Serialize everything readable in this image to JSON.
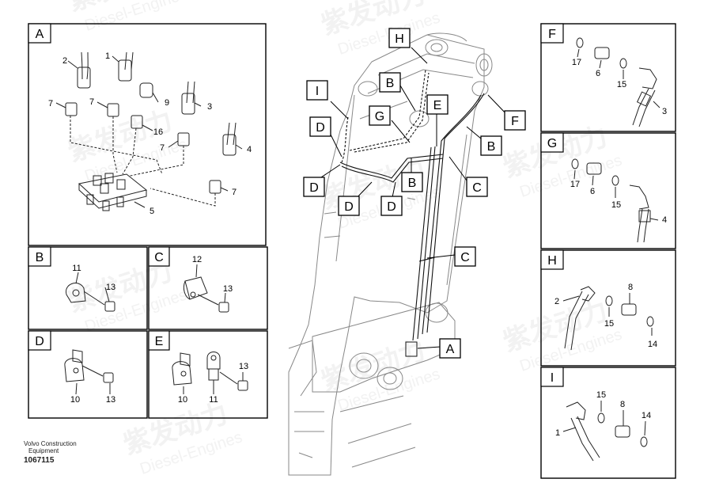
{
  "watermark": {
    "brand": "紫发动力",
    "sub": "Diesel-Engines"
  },
  "panels": {
    "A": {
      "letter": "A",
      "parts": [
        {
          "n": "1"
        },
        {
          "n": "2"
        },
        {
          "n": "3"
        },
        {
          "n": "4"
        },
        {
          "n": "5"
        },
        {
          "n": "7"
        },
        {
          "n": "7"
        },
        {
          "n": "7"
        },
        {
          "n": "7"
        },
        {
          "n": "9"
        },
        {
          "n": "16"
        }
      ]
    },
    "B": {
      "letter": "B",
      "parts": [
        {
          "n": "11"
        },
        {
          "n": "13"
        }
      ]
    },
    "C": {
      "letter": "C",
      "parts": [
        {
          "n": "12"
        },
        {
          "n": "13"
        }
      ]
    },
    "D": {
      "letter": "D",
      "parts": [
        {
          "n": "10"
        },
        {
          "n": "13"
        }
      ]
    },
    "E": {
      "letter": "E",
      "parts": [
        {
          "n": "10"
        },
        {
          "n": "11"
        },
        {
          "n": "13"
        }
      ]
    },
    "F": {
      "letter": "F",
      "parts": [
        {
          "n": "17"
        },
        {
          "n": "6"
        },
        {
          "n": "15"
        },
        {
          "n": "3"
        }
      ]
    },
    "G": {
      "letter": "G",
      "parts": [
        {
          "n": "17"
        },
        {
          "n": "6"
        },
        {
          "n": "15"
        },
        {
          "n": "4"
        }
      ]
    },
    "H": {
      "letter": "H",
      "parts": [
        {
          "n": "2"
        },
        {
          "n": "15"
        },
        {
          "n": "8"
        },
        {
          "n": "14"
        }
      ]
    },
    "I": {
      "letter": "I",
      "parts": [
        {
          "n": "1"
        },
        {
          "n": "15"
        },
        {
          "n": "8"
        },
        {
          "n": "14"
        }
      ]
    }
  },
  "callouts": [
    "H",
    "B",
    "I",
    "E",
    "G",
    "D",
    "F",
    "B",
    "D",
    "B",
    "C",
    "D",
    "D",
    "C",
    "A"
  ],
  "footer": {
    "line1": "Volvo Construction",
    "line2": "Equipment",
    "code": "1067115"
  }
}
